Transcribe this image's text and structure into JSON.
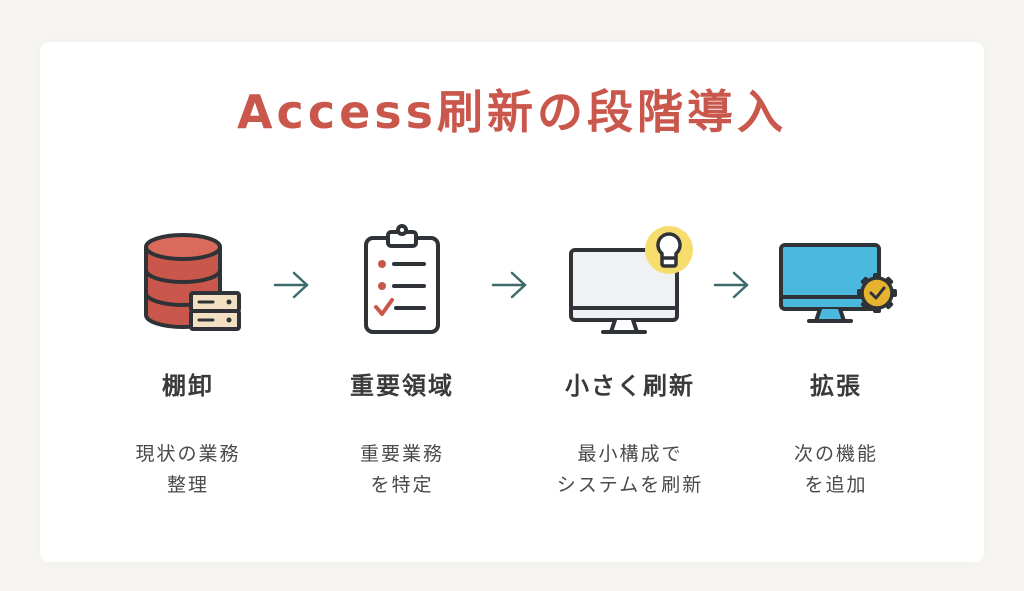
{
  "title": "Access刷新の段階導入",
  "steps": [
    {
      "icon": "database-icon",
      "label": "棚卸",
      "desc_line1": "現状の業務",
      "desc_line2": "整理"
    },
    {
      "icon": "clipboard-checklist-icon",
      "label": "重要領域",
      "desc_line1": "重要業務",
      "desc_line2": "を特定"
    },
    {
      "icon": "monitor-lightbulb-icon",
      "label": "小さく刷新",
      "desc_line1": "最小構成で",
      "desc_line2": "システムを刷新"
    },
    {
      "icon": "monitor-gear-icon",
      "label": "拡張",
      "desc_line1": "次の機能",
      "desc_line2": "を追加"
    }
  ],
  "colors": {
    "title": "#c9574b",
    "database": "#c9574b",
    "server_box": "#f3e0c2",
    "bulb_bg": "#f7dd6e",
    "monitor_blue": "#4bb9dd",
    "gear": "#e6b32e",
    "arrow": "#3d6b6b",
    "outline": "#2f3337"
  }
}
